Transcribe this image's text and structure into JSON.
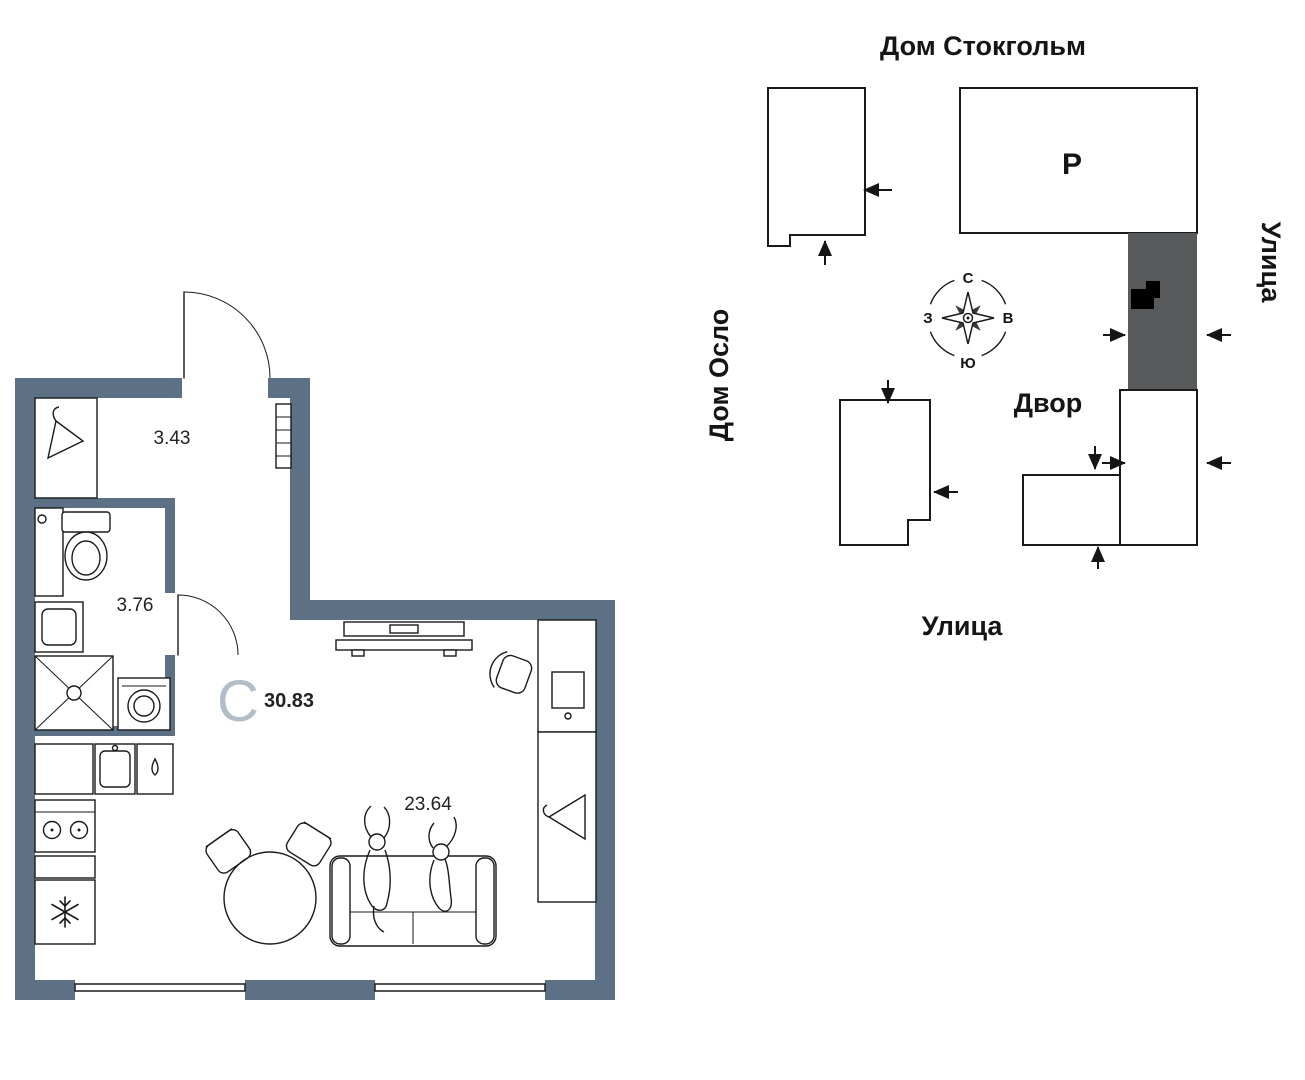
{
  "colors": {
    "wall": "#5c7186",
    "accent-letter": "#b2bdc9",
    "highlight-building": "#58595b",
    "ink": "#1a1a1a"
  },
  "floor_plan": {
    "type_letter": "С",
    "total_area": "30.83",
    "rooms": {
      "hall": "3.43",
      "bathroom": "3.76",
      "living": "23.64"
    },
    "fixtures": [
      "wardrobe",
      "radiator",
      "entrance-door",
      "bathroom-door",
      "water-heater",
      "toilet",
      "sink",
      "shower",
      "washing-machine",
      "kitchen-counter",
      "kitchen-sink",
      "dishwasher",
      "stove",
      "drawer",
      "fridge",
      "tv",
      "desk",
      "desk-chair",
      "closet",
      "dining-table",
      "dining-chairs",
      "sofa",
      "person-figures",
      "window"
    ]
  },
  "site_plan": {
    "title": "Дом Стокгольм",
    "parking_label": "Р",
    "street_right": "Улица",
    "street_bottom": "Улица",
    "house_left": "Дом Осло",
    "courtyard": "Двор",
    "compass": {
      "n": "С",
      "s": "Ю",
      "w": "З",
      "e": "В"
    }
  }
}
